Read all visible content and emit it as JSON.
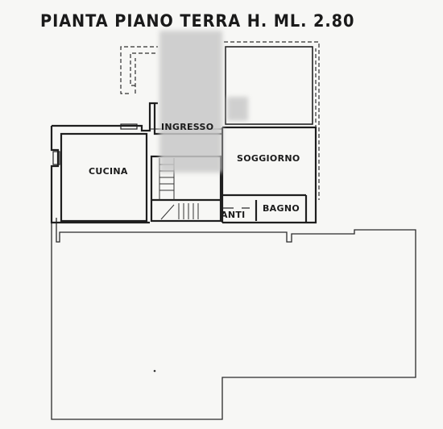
{
  "title": "PIANTA PIANO TERRA H. ML. 2.80",
  "rooms": {
    "ingresso": "INGRESSO",
    "cucina": "CUCINA",
    "soggiorno": "SOGGIORNO",
    "bagno": "BAGNO",
    "anti": "ANTI"
  }
}
